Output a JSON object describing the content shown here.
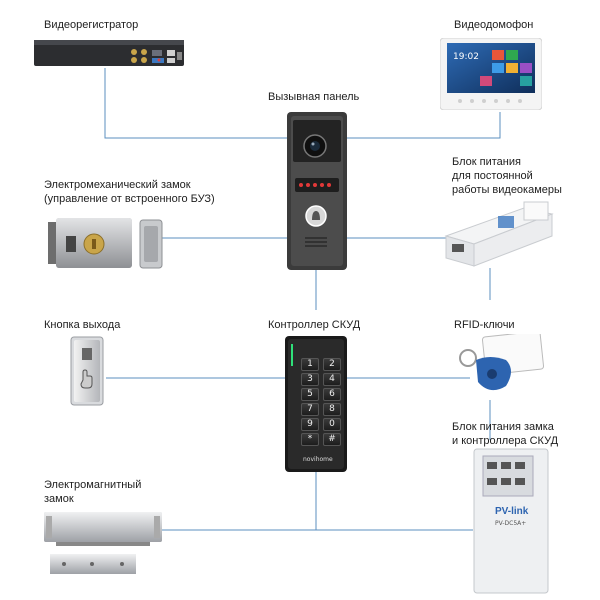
{
  "labels": {
    "dvr": "Видеорегистратор",
    "videophone": "Видеодомофон",
    "call_panel": "Вызывная панель",
    "emech_lock_line1": "Электромеханический замок",
    "emech_lock_line2": "(управление от встроенного БУЗ)",
    "camera_psu_line1": "Блок питания",
    "camera_psu_line2": "для постоянной",
    "camera_psu_line3": "работы видеокамеры",
    "exit_button": "Кнопка выхода",
    "controller": "Контроллер СКУД",
    "rfid": "RFID-ключи",
    "lock_psu_line1": "Блок питания замка",
    "lock_psu_line2": "и контроллера СКУД",
    "emag_lock_line1": "Электромагнитный",
    "emag_lock_line2": "замок"
  },
  "videophone_screen": {
    "time": "19:02"
  },
  "keypad": {
    "keys": [
      "1",
      "2",
      "3",
      "4",
      "5",
      "6",
      "7",
      "8",
      "9",
      "0",
      "*",
      "#"
    ],
    "brand": "novihome"
  },
  "psu": {
    "brand": "PV-link",
    "model": "PV-DC5A+"
  },
  "colors": {
    "wire": "#5b8fbf",
    "panel_body": "#3a3a3a",
    "psu_body": "#eef0f2"
  }
}
